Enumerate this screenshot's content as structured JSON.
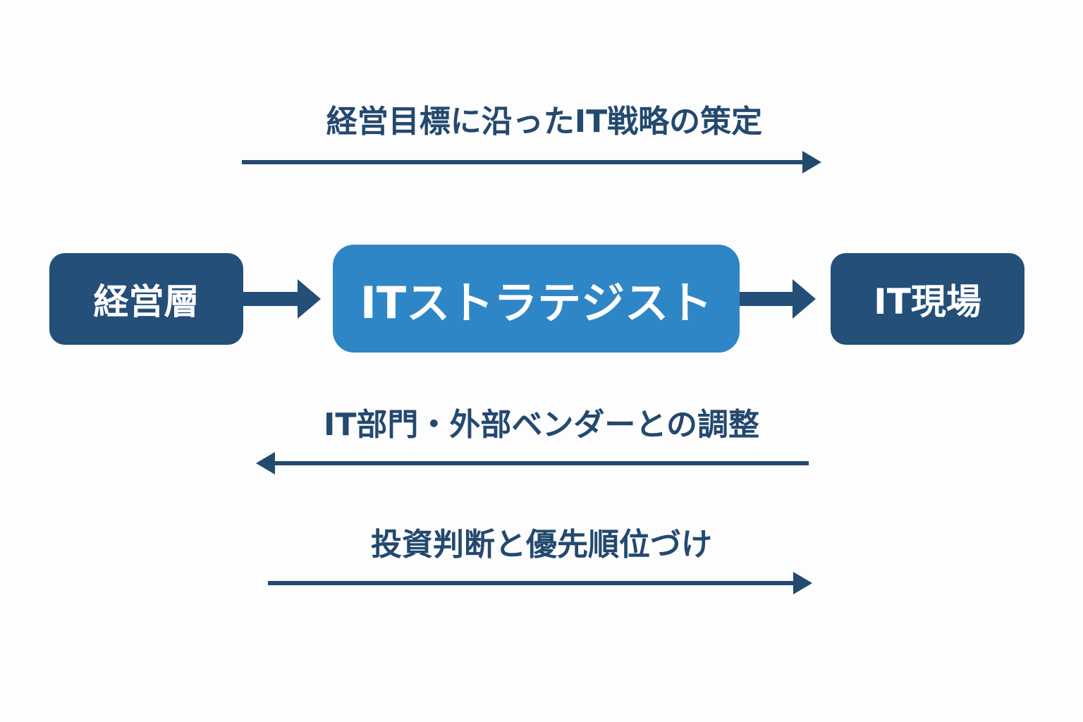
{
  "top_flow": {
    "label": "経営目標に沿ったIT戦略の策定",
    "direction": "right"
  },
  "nodes": {
    "management": "経営層",
    "strategist": "ITストラテジスト",
    "field": "IT現場"
  },
  "middle_flow": {
    "label": "IT部門・外部ベンダーとの調整",
    "direction": "left"
  },
  "bottom_flow": {
    "label": "投資判断と優先順位づけ",
    "direction": "right"
  },
  "colors": {
    "dark_navy": "#234f78",
    "accent_blue": "#2e86c6",
    "text_navy": "#24496f",
    "background": "#fdfdfd"
  }
}
